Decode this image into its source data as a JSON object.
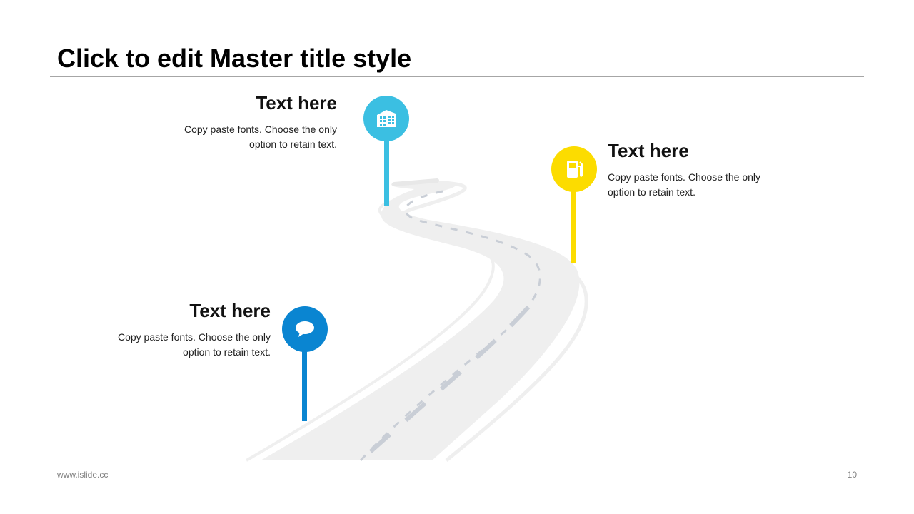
{
  "slide": {
    "title": "Click to edit Master title style",
    "page_number": "10"
  },
  "footer": {
    "website": "www.islide.cc"
  },
  "milestones": [
    {
      "heading": "Text here",
      "description": "Copy paste fonts. Choose the only option to retain text.",
      "icon": "building-icon",
      "color": "#3bbfe2"
    },
    {
      "heading": "Text here",
      "description": "Copy paste fonts. Choose the only option to retain text.",
      "icon": "fuel-pump-icon",
      "color": "#fcdc00"
    },
    {
      "heading": "Text here",
      "description": "Copy paste fonts. Choose the only option to retain text.",
      "icon": "speech-bubble-icon",
      "color": "#0a85d1"
    }
  ],
  "colors": {
    "road": "#efefef",
    "road_edge": "#f4f4f4",
    "lane_marking": "#c9ced6",
    "title_rule": "#a6a6a6"
  }
}
